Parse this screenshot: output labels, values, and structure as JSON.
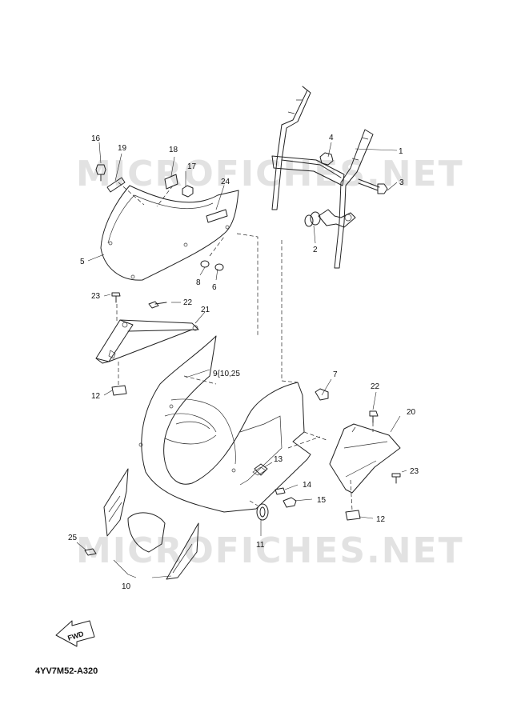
{
  "watermark": "MICROFICHES.NET",
  "diagram_code": "4YV7M52-A320",
  "fwd_label": "FWD",
  "callouts": {
    "c1": "1",
    "c2": "2",
    "c3": "3",
    "c4": "4",
    "c5": "5",
    "c6": "6",
    "c7": "7",
    "c8": "8",
    "c9": "9{10,25",
    "c10": "10",
    "c11": "11",
    "c12a": "12",
    "c12b": "12",
    "c13": "13",
    "c14": "14",
    "c15": "15",
    "c16": "16",
    "c17": "17",
    "c18": "18",
    "c19": "19",
    "c20": "20",
    "c21": "21",
    "c22a": "22",
    "c22b": "22",
    "c23a": "23",
    "c23b": "23",
    "c24": "24",
    "c25": "25"
  }
}
